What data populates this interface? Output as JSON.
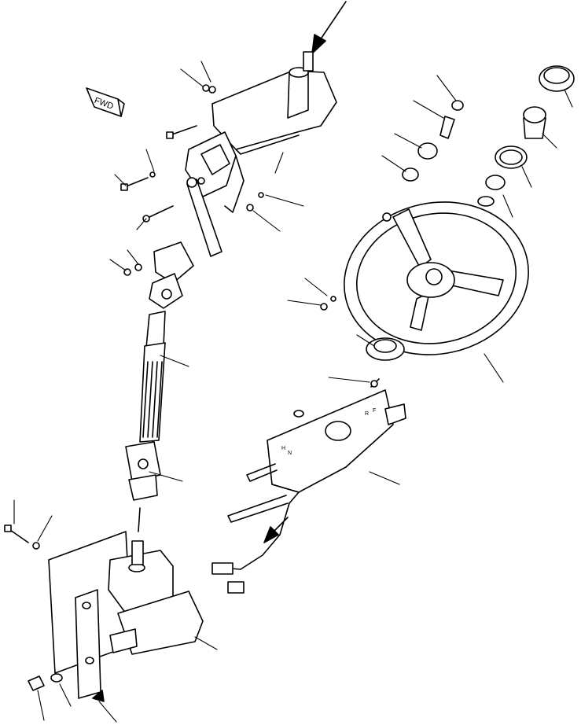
{
  "diagram": {
    "direction_tag": "FWD",
    "control_marks": [
      "H",
      "N",
      "R",
      "F"
    ],
    "colors": {
      "ink": "#000000",
      "paper": "#ffffff"
    }
  }
}
